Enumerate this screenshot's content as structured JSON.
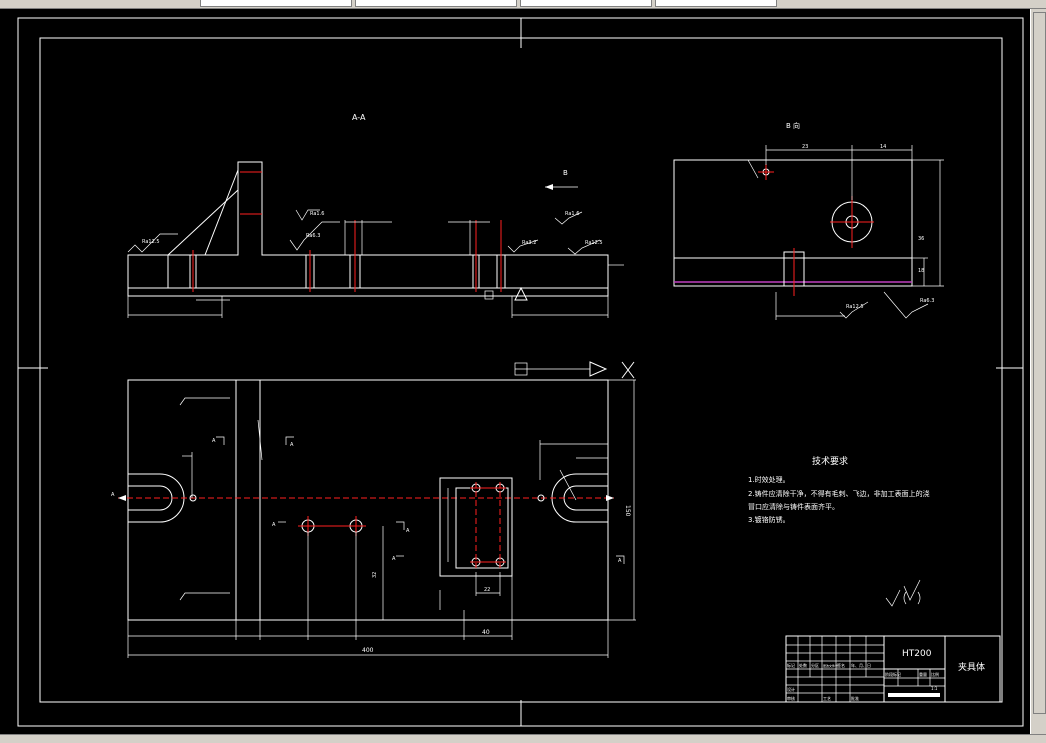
{
  "drawing": {
    "section_aa_label": "A-A",
    "view_b_label": "B 向",
    "arrow_b_label": "B",
    "tech_req": {
      "title": "技术要求",
      "items": [
        "1.时效处理。",
        "2.铸件应清除干净，不得有毛刺、飞边，非加工表面上的浇",
        "冒口应清除与铸件表面齐平。",
        "3.镀铬防锈。"
      ]
    },
    "dims": {
      "d400": "400",
      "d150": "150",
      "d40": "40",
      "d32": "32",
      "d22": "22",
      "d23": "23",
      "d14": "14",
      "d36": "36",
      "d18": "18"
    },
    "roughness": [
      "Ra12.5",
      "Ra1.6",
      "Ra6.3",
      "Ra3.2",
      "Ra12.5",
      "Ra12.5",
      "Ra6.3"
    ],
    "section_marks": [
      "A",
      "A",
      "A",
      "A",
      "A",
      "A",
      "A"
    ]
  },
  "title_block": {
    "material": "HT200",
    "part_name": "夹具体",
    "scale": "1:1",
    "row_labels": [
      "标记",
      "处数",
      "分区",
      "更改文件号",
      "签名",
      "年、月、日"
    ],
    "col_labels": [
      "阶段标记",
      "重量",
      "比例"
    ],
    "small_labels": [
      "设计",
      "审核",
      "工艺",
      "批准"
    ]
  },
  "colors": {
    "background": "#000000",
    "line": "#ffffff",
    "center_line": "#ff2020",
    "accent": "#c040c0"
  }
}
